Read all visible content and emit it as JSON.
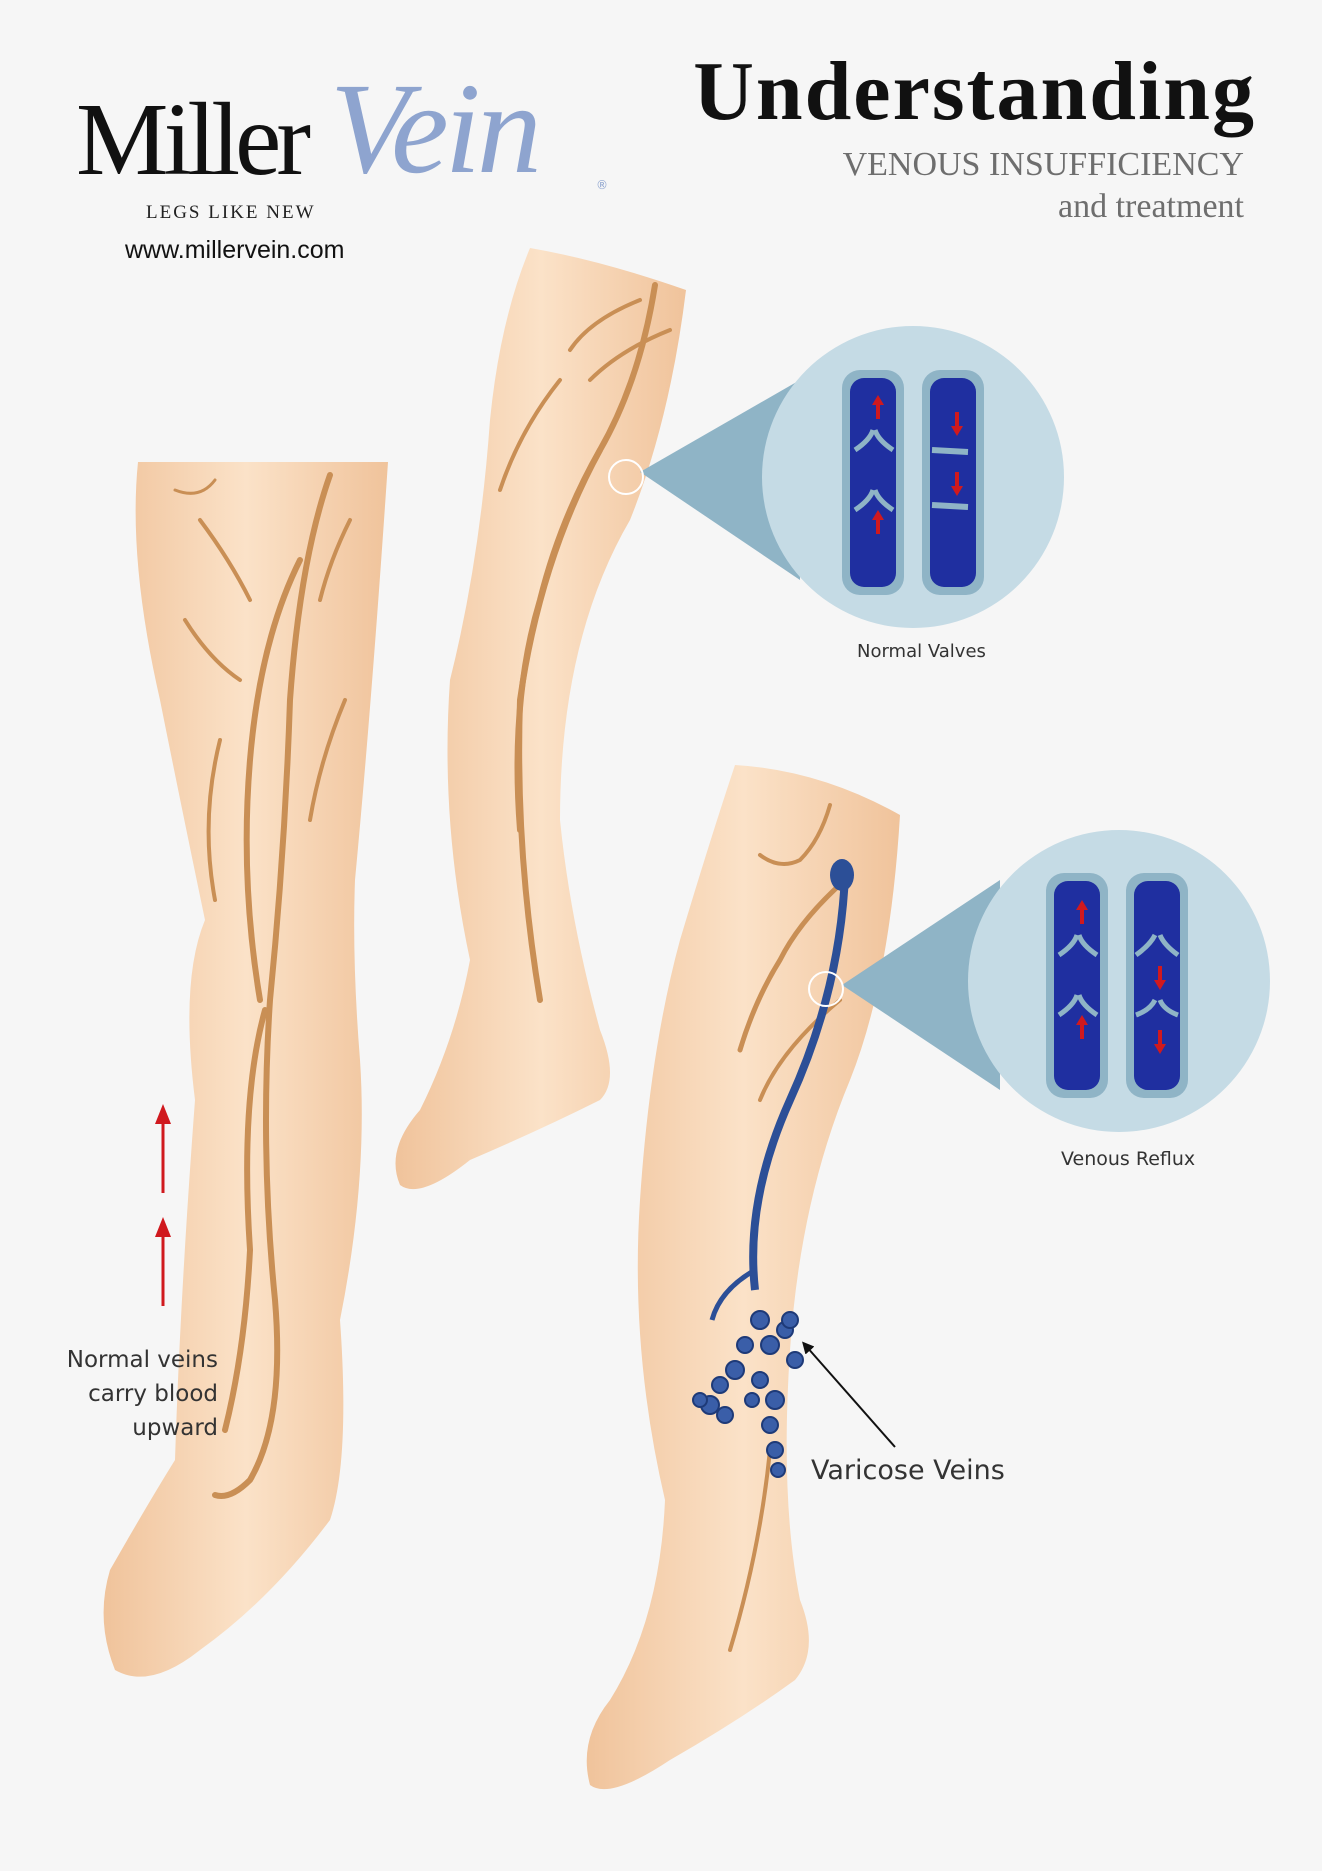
{
  "logo": {
    "name_part1": "Miller",
    "name_part2": "Vein",
    "tagline": "LEGS LIKE NEW",
    "registered": "®"
  },
  "website": "www.millervein.com",
  "header": {
    "title": "Understanding",
    "subtitle": "VENOUS INSUFFICIENCY",
    "subtitle2": "and treatment"
  },
  "labels": {
    "normal_valves": "Normal Valves",
    "venous_reflux": "Venous Reflux",
    "normal_veins": [
      "Normal veins",
      "carry blood",
      "upward"
    ],
    "varicose_veins": "Varicose Veins"
  },
  "colors": {
    "skin": "#f6d3b0",
    "vein": "#c98f55",
    "varicose": "#2c4f97",
    "vessel": "#1f2fa0",
    "zoom_circle": "#c5dbe5",
    "arrow": "#d0191e"
  }
}
